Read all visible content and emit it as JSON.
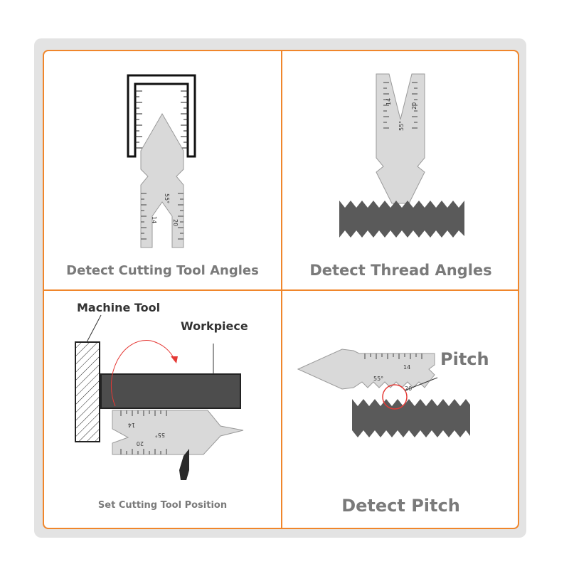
{
  "colors": {
    "accent": "#f0862b",
    "caption": "#7a7a7a",
    "steel": "#d9d9d9",
    "dark_metal": "#5a5a5a",
    "highlight": "#e53935"
  },
  "panels": [
    {
      "caption": "Detect Cutting Tool Angles",
      "gauge_marks": [
        "55°",
        "14",
        "20"
      ]
    },
    {
      "caption": "Detect Thread Angles",
      "gauge_marks": [
        "14",
        "55°",
        "20"
      ]
    },
    {
      "caption": "Set Cutting Tool Position",
      "labels": {
        "machine_tool": "Machine Tool",
        "workpiece": "Workpiece"
      },
      "gauge_marks": [
        "14",
        "55°",
        "20"
      ]
    },
    {
      "caption": "Detect Pitch",
      "labels": {
        "pitch": "Pitch"
      },
      "gauge_marks": [
        "55°",
        "14",
        "20"
      ]
    }
  ]
}
